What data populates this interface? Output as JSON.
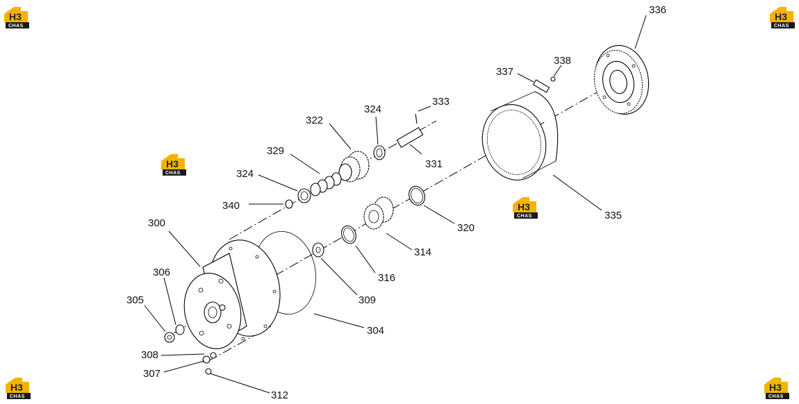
{
  "logo": {
    "brand_mark": "H3",
    "brand_sub": "CHAS",
    "accent": "#f5b301",
    "dark": "#1a1a1a"
  },
  "parts": {
    "p336": "336",
    "p337": "337",
    "p338": "338",
    "p333": "333",
    "p322": "322",
    "p324a": "324",
    "p329": "329",
    "p331": "331",
    "p324b": "324",
    "p340": "340",
    "p300": "300",
    "p320": "320",
    "p335": "335",
    "p314": "314",
    "p306": "306",
    "p316": "316",
    "p305": "305",
    "p309": "309",
    "p304": "304",
    "p308": "308",
    "p307": "307",
    "p312": "312"
  }
}
